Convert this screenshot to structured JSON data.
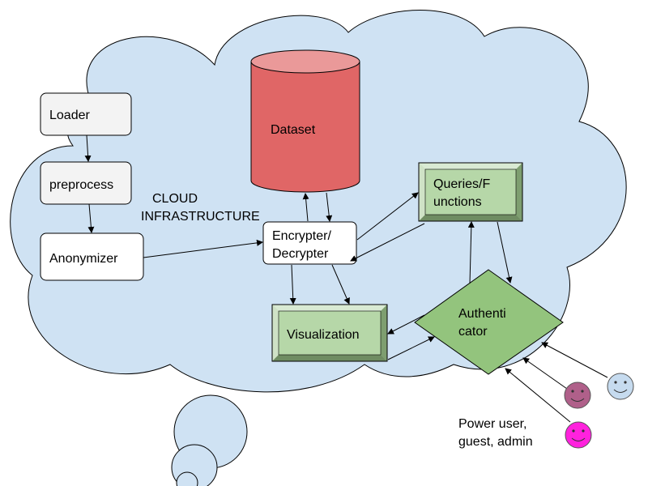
{
  "diagram": {
    "cloud_label_line1": "CLOUD",
    "cloud_label_line2": "INFRASTRUCTURE",
    "nodes": {
      "loader": "Loader",
      "preprocess": "preprocess",
      "anonymizer": "Anonymizer",
      "dataset": "Dataset",
      "encrypter_line1": "Encrypter/",
      "encrypter_line2": "Decrypter",
      "queries_line1": "Queries/F",
      "queries_line2": "unctions",
      "visualization": "Visualization",
      "authenticator_line1": "Authenti",
      "authenticator_line2": "cator"
    },
    "users_label_line1": "Power user,",
    "users_label_line2": "guest, admin",
    "users": [
      {
        "name": "power-user",
        "color": "#ff22dd"
      },
      {
        "name": "guest",
        "color": "#b0608a"
      },
      {
        "name": "admin",
        "color": "#c6dbef"
      }
    ]
  },
  "colors": {
    "cloud_fill": "#cfe2f3",
    "dataset_fill": "#e06666",
    "dataset_top": "#ea9999",
    "bevel_fill": "#b6d7a8",
    "authenticator_fill": "#93c47d",
    "light_box_fill": "#f3f3f3"
  }
}
